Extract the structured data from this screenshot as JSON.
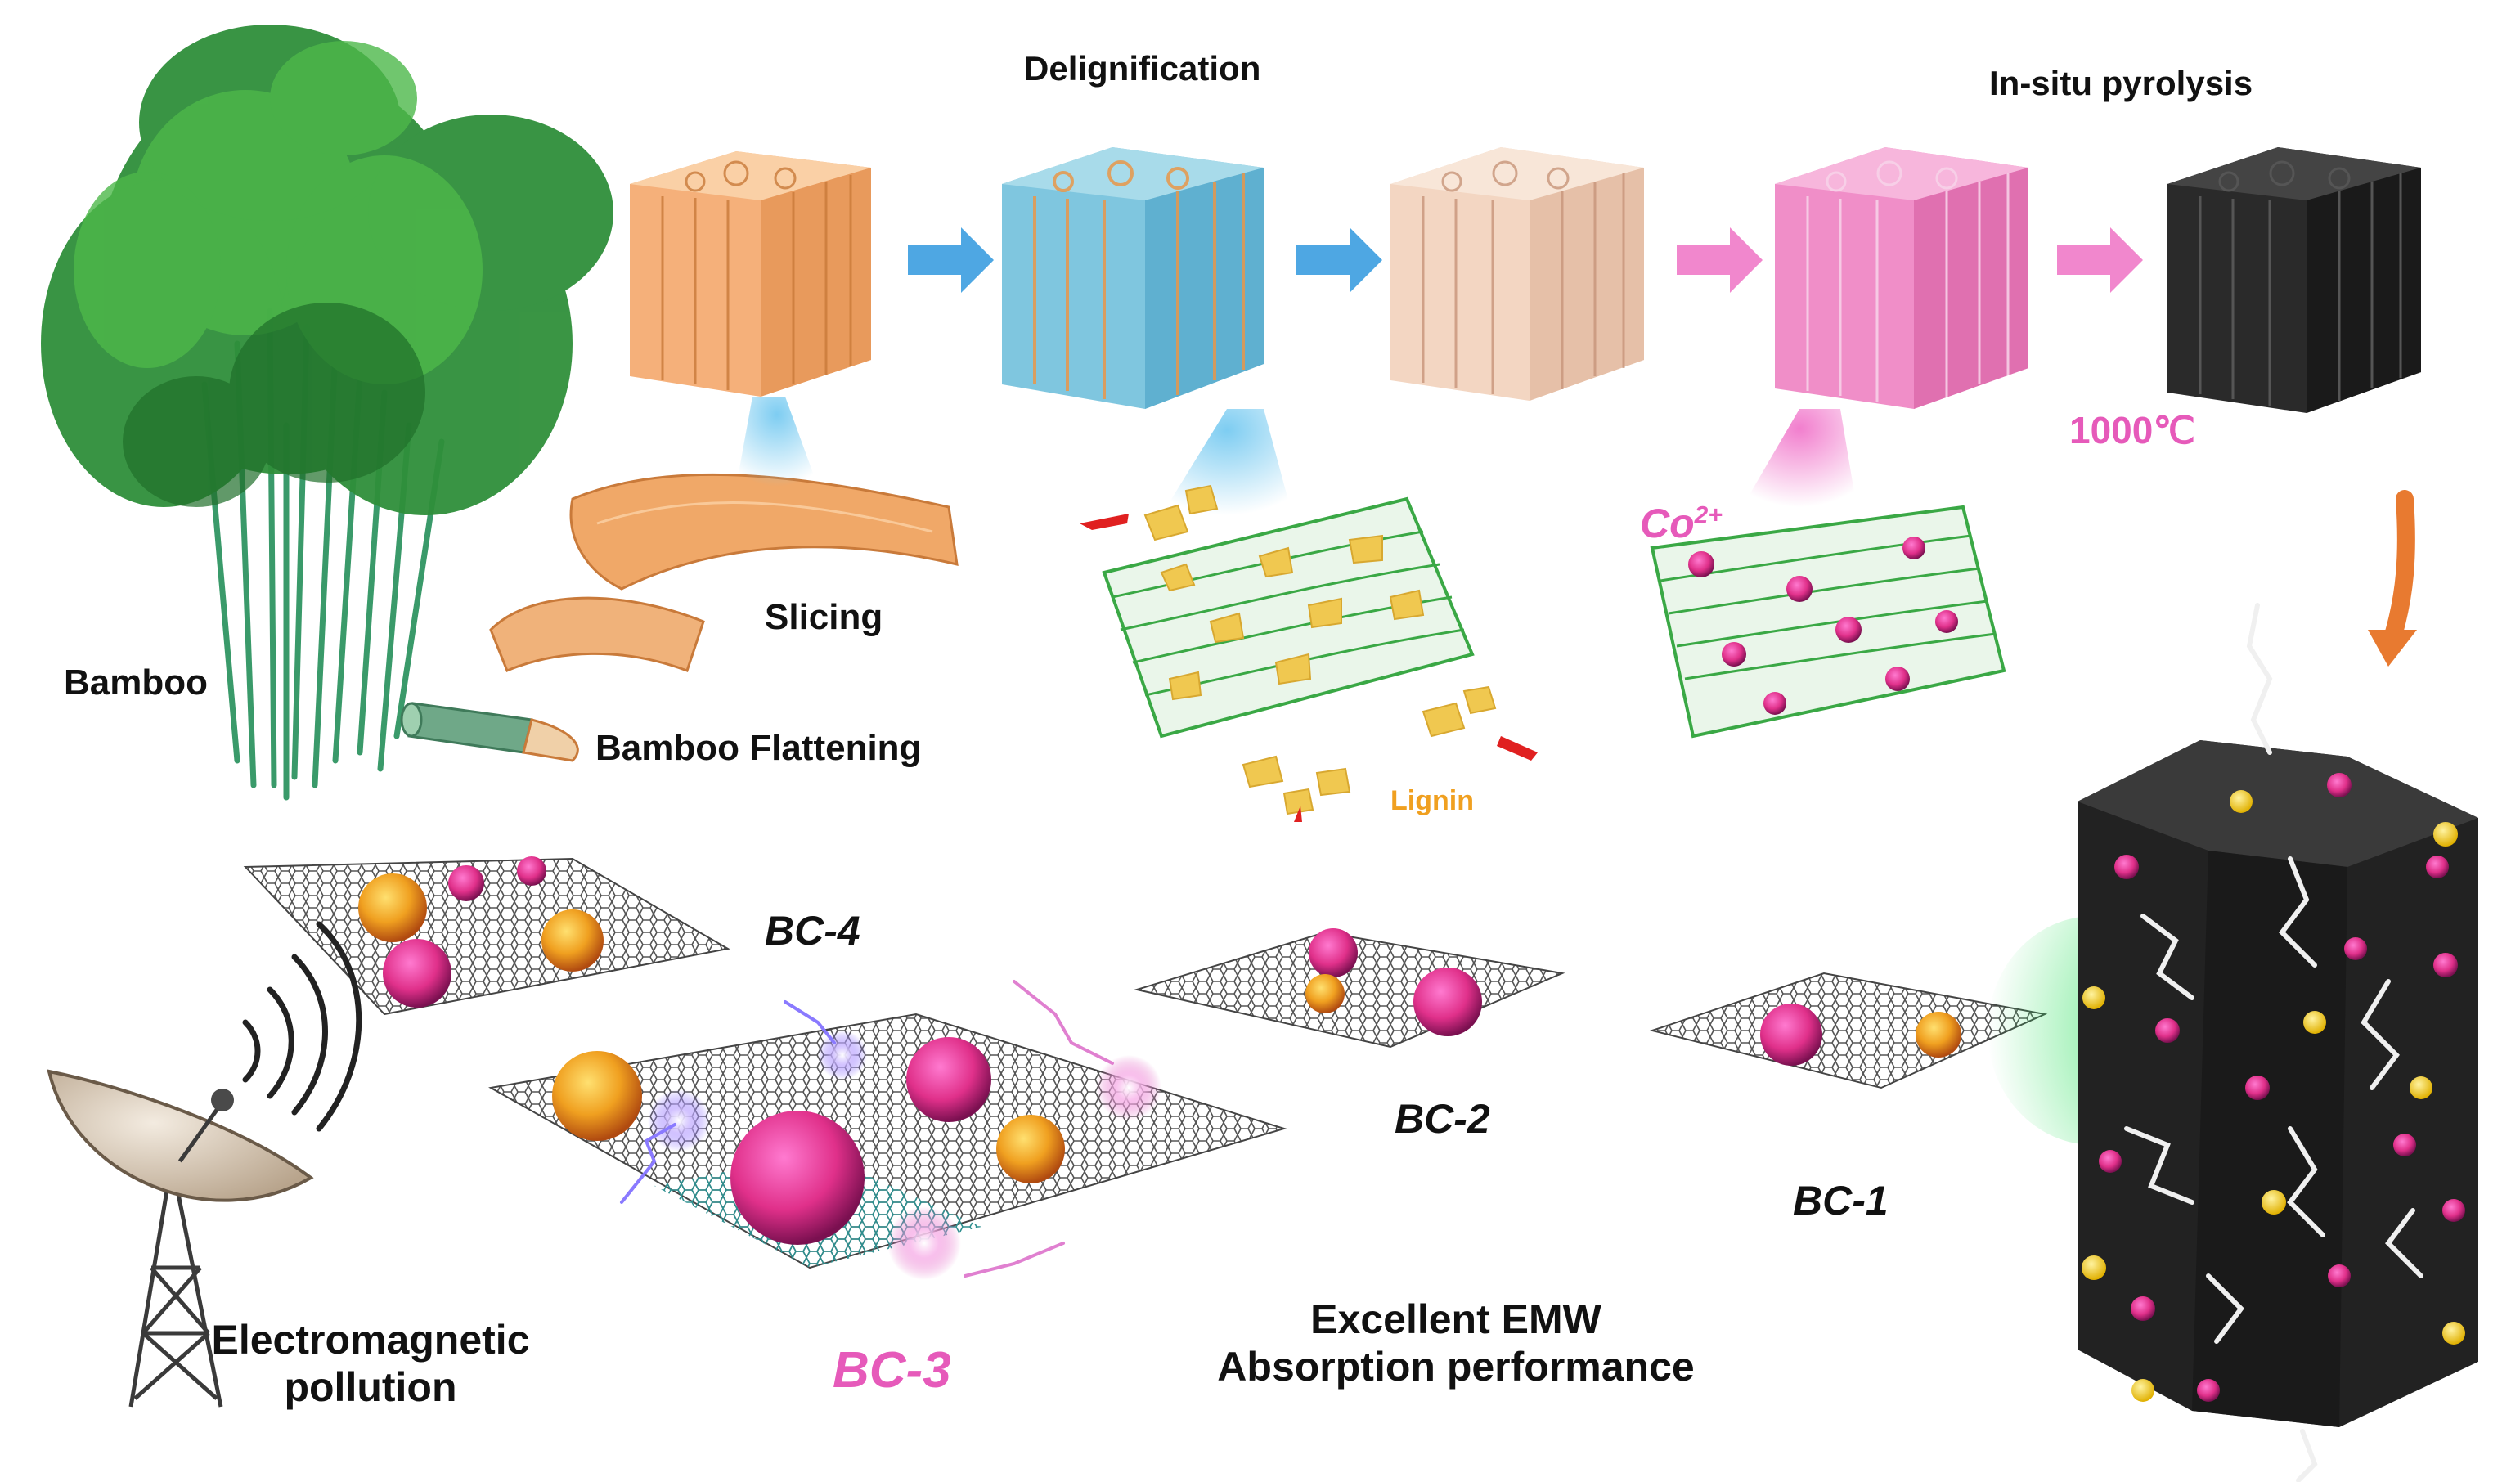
{
  "labels": {
    "delignification": "Delignification",
    "in_situ_pyrolysis": "In-situ pyrolysis",
    "temperature": "1000℃",
    "slicing": "Slicing",
    "bamboo": "Bamboo",
    "bamboo_flattening": "Bamboo Flattening",
    "lignin": "Lignin",
    "co_ion_base": "Co",
    "co_ion_charge": "2+",
    "bc4": "BC-4",
    "bc3": "BC-3",
    "bc2": "BC-2",
    "bc1": "BC-1",
    "em_pollution_line1": "Electromagnetic",
    "em_pollution_line2": "pollution",
    "performance_line1": "Excellent EMW",
    "performance_line2": "Absorption performance"
  },
  "colors": {
    "natural_block": "#f5b07a",
    "delignified_block": "#7fc6df",
    "cellulose_block": "#f3d6c2",
    "co_loaded_block": "#f08ec8",
    "carbon_block": "#2a2a2a",
    "fiber_green": "#3aa845",
    "lignin_yellow": "#f0c850",
    "co_magenta": "#e0308a",
    "arrow_blue": "#3b9de0",
    "arrow_pink": "#f07ac8",
    "arrow_orange": "#e87a30",
    "text_pink": "#e65aba",
    "text_orange": "#f0a020"
  }
}
